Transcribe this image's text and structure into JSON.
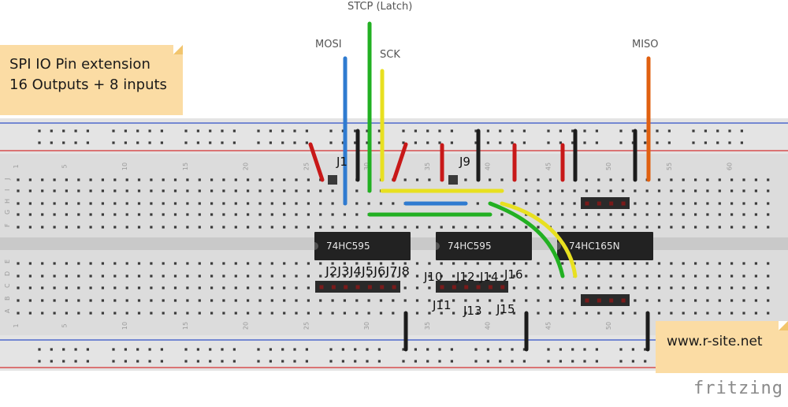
{
  "notes": {
    "title_line1": "SPI IO Pin extension",
    "title_line2": "16 Outputs + 8 inputs",
    "website": "www.r-site.net"
  },
  "brand": "fritzing",
  "signals": {
    "mosi": "MOSI",
    "stcp": "STCP (Latch)",
    "sck": "SCK",
    "miso": "MISO"
  },
  "chips": [
    "74HC595",
    "74HC595",
    "74HC165N"
  ],
  "jumpers": {
    "j1": "J1",
    "j9": "J9",
    "upper_row": "J2J3J4J5J6J7J8",
    "j10": "J10",
    "j12": "J12",
    "j14": "J14",
    "j16": "J16",
    "j11": "J11",
    "j13": "J13",
    "j15": "J15"
  },
  "breadboard": {
    "column_numbers": [
      "1",
      "5",
      "10",
      "15",
      "20",
      "25",
      "30",
      "35",
      "40",
      "45",
      "50",
      "55",
      "60"
    ],
    "row_letters_top": [
      "J",
      "I",
      "H",
      "G",
      "F"
    ],
    "row_letters_bottom": [
      "E",
      "D",
      "C",
      "B",
      "A"
    ]
  },
  "colors": {
    "board": "#dcdcdc",
    "hole": "#3a3a3a",
    "rail_red": "#d43030",
    "rail_blue": "#3050c8",
    "wire_blue": "#2f7bd0",
    "wire_green": "#22b022",
    "wire_yellow": "#e8e020",
    "wire_orange": "#e06010",
    "wire_red": "#c81818",
    "wire_black": "#1c1c1c",
    "note_bg": "#fbdca4",
    "chip": "#222222"
  }
}
